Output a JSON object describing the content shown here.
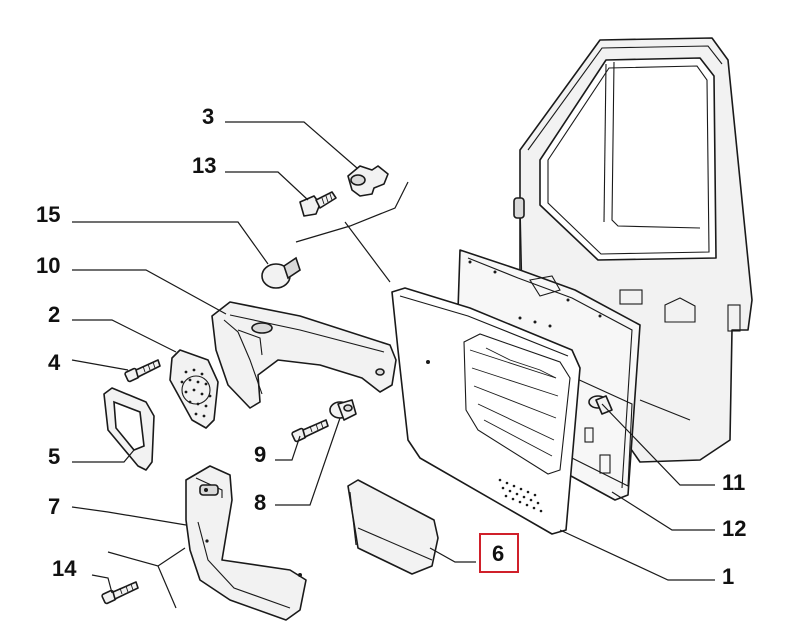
{
  "diagram": {
    "callouts": [
      {
        "id": "c1",
        "label": "1"
      },
      {
        "id": "c2",
        "label": "2"
      },
      {
        "id": "c3",
        "label": "3"
      },
      {
        "id": "c4",
        "label": "4"
      },
      {
        "id": "c5",
        "label": "5"
      },
      {
        "id": "c6",
        "label": "6",
        "highlighted": true
      },
      {
        "id": "c7",
        "label": "7"
      },
      {
        "id": "c8",
        "label": "8"
      },
      {
        "id": "c9",
        "label": "9"
      },
      {
        "id": "c10",
        "label": "10"
      },
      {
        "id": "c11",
        "label": "11"
      },
      {
        "id": "c12",
        "label": "12"
      },
      {
        "id": "c13",
        "label": "13"
      },
      {
        "id": "c14",
        "label": "14"
      },
      {
        "id": "c15",
        "label": "15"
      }
    ],
    "highlight_color": "#d0202a",
    "line_color": "#1a1a1a"
  }
}
